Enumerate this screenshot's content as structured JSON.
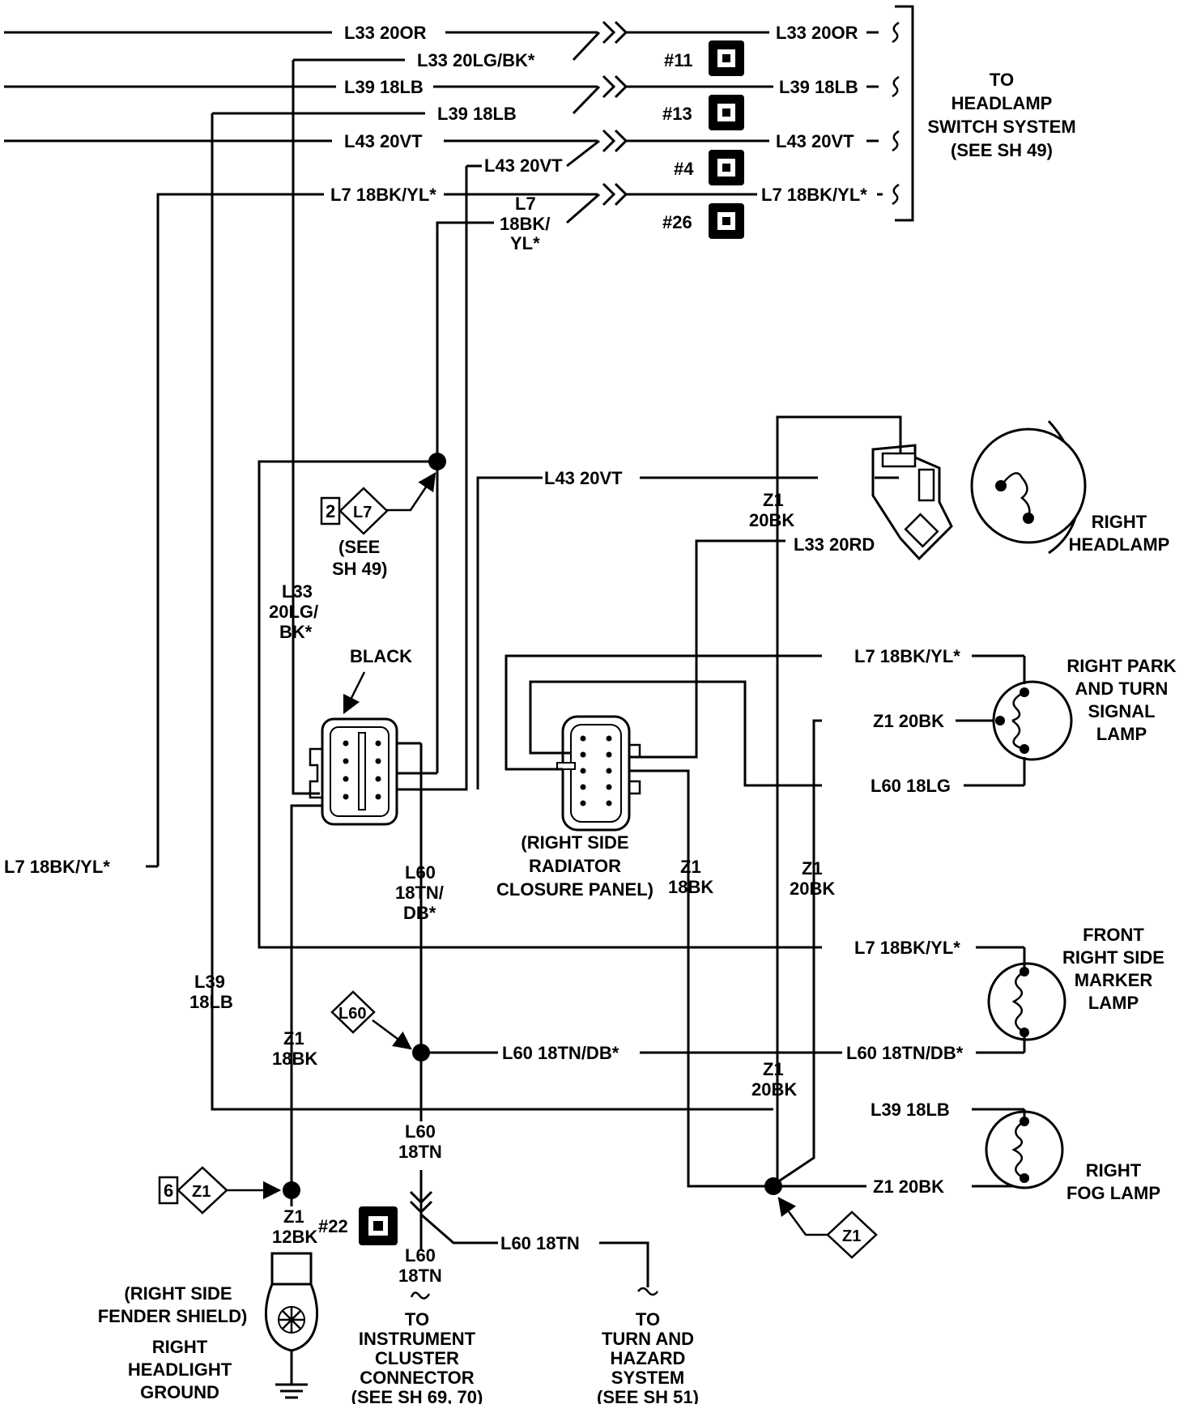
{
  "top_wires": {
    "l33_left": "L33 20OR",
    "l33_mid": "L33 20LG/BK*",
    "l33_right": "L33 20OR",
    "l39_left": "L39 18LB",
    "l39_mid": "L39 18LB",
    "l39_right": "L39 18LB",
    "l43_left": "L43 20VT",
    "l43_mid": "L43 20VT",
    "l43_right": "L43 20VT",
    "l7_left": "L7 18BK/YL*",
    "l7_mid_1": "L7",
    "l7_mid_2": "18BK/",
    "l7_mid_3": "YL*",
    "l7_right": "L7 18BK/YL*"
  },
  "splices": {
    "s11": "#11",
    "s13": "#13",
    "s4": "#4",
    "s26": "#26",
    "s22": "#22"
  },
  "headlamp_switch": {
    "line1": "TO",
    "line2": "HEADLAMP",
    "line3": "SWITCH SYSTEM",
    "line4": "(SEE SH 49)"
  },
  "ref_l7": {
    "page": "2",
    "code": "L7",
    "see1": "(SEE",
    "see2": "SH 49)"
  },
  "ref_l60": {
    "code": "L60"
  },
  "ref_z1_left": {
    "page": "6",
    "code": "Z1"
  },
  "ref_z1_right": {
    "code": "Z1"
  },
  "vertical_labels": {
    "l33_1": "L33",
    "l33_2": "20LG/",
    "l33_3": "BK*",
    "black": "BLACK",
    "l60_1": "L60",
    "l60_2": "18TN/",
    "l60_3": "DB*",
    "l39_1": "L39",
    "l39_2": "18LB",
    "z1_18bk_1": "Z1",
    "z1_18bk_2": "18BK",
    "z1_12bk_1": "Z1",
    "z1_12bk_2": "12BK",
    "l60_18tn_1": "L60",
    "l60_18tn_2": "18TN",
    "l60_18tn_b1": "L60",
    "l60_18tn_b2": "18TN",
    "z1_mid_1": "Z1",
    "z1_mid_2": "18BK",
    "z1_right_1": "Z1",
    "z1_right_2": "20BK",
    "z1_hl_1": "Z1",
    "z1_hl_2": "20BK",
    "z1_lower_1": "Z1",
    "z1_lower_2": "20BK"
  },
  "left_l7": "L7 18BK/YL*",
  "headlamp_wires": {
    "l43": "L43 20VT",
    "l33_rd": "L33 20RD"
  },
  "radiator": {
    "line1": "(RIGHT SIDE",
    "line2": "RADIATOR",
    "line3": "CLOSURE PANEL)"
  },
  "park_wires": {
    "l7": "L7 18BK/YL*",
    "z1": "Z1 20BK",
    "l60": "L60 18LG"
  },
  "marker_wires": {
    "l7": "L7 18BK/YL*",
    "l60_left": "L60 18TN/DB*",
    "l60_right": "L60 18TN/DB*"
  },
  "fog_wires": {
    "l39": "L39 18LB",
    "z1": "Z1 20BK"
  },
  "l60_18tn_h": "L60 18TN",
  "components": {
    "headlamp_1": "RIGHT",
    "headlamp_2": "HEADLAMP",
    "park_1": "RIGHT PARK",
    "park_2": "AND TURN",
    "park_3": "SIGNAL",
    "park_4": "LAMP",
    "marker_1": "FRONT",
    "marker_2": "RIGHT SIDE",
    "marker_3": "MARKER",
    "marker_4": "LAMP",
    "fog_1": "RIGHT",
    "fog_2": "FOG LAMP"
  },
  "ground": {
    "line1": "(RIGHT SIDE",
    "line2": "FENDER SHIELD)",
    "line3": "RIGHT",
    "line4": "HEADLIGHT",
    "line5": "GROUND"
  },
  "instrument": {
    "line1": "TO",
    "line2": "INSTRUMENT",
    "line3": "CLUSTER",
    "line4": "CONNECTOR",
    "line5": "(SEE SH 69, 70)"
  },
  "turn_hazard": {
    "line1": "TO",
    "line2": "TURN AND",
    "line3": "HAZARD",
    "line4": "SYSTEM",
    "line5": "(SEE SH 51)"
  }
}
